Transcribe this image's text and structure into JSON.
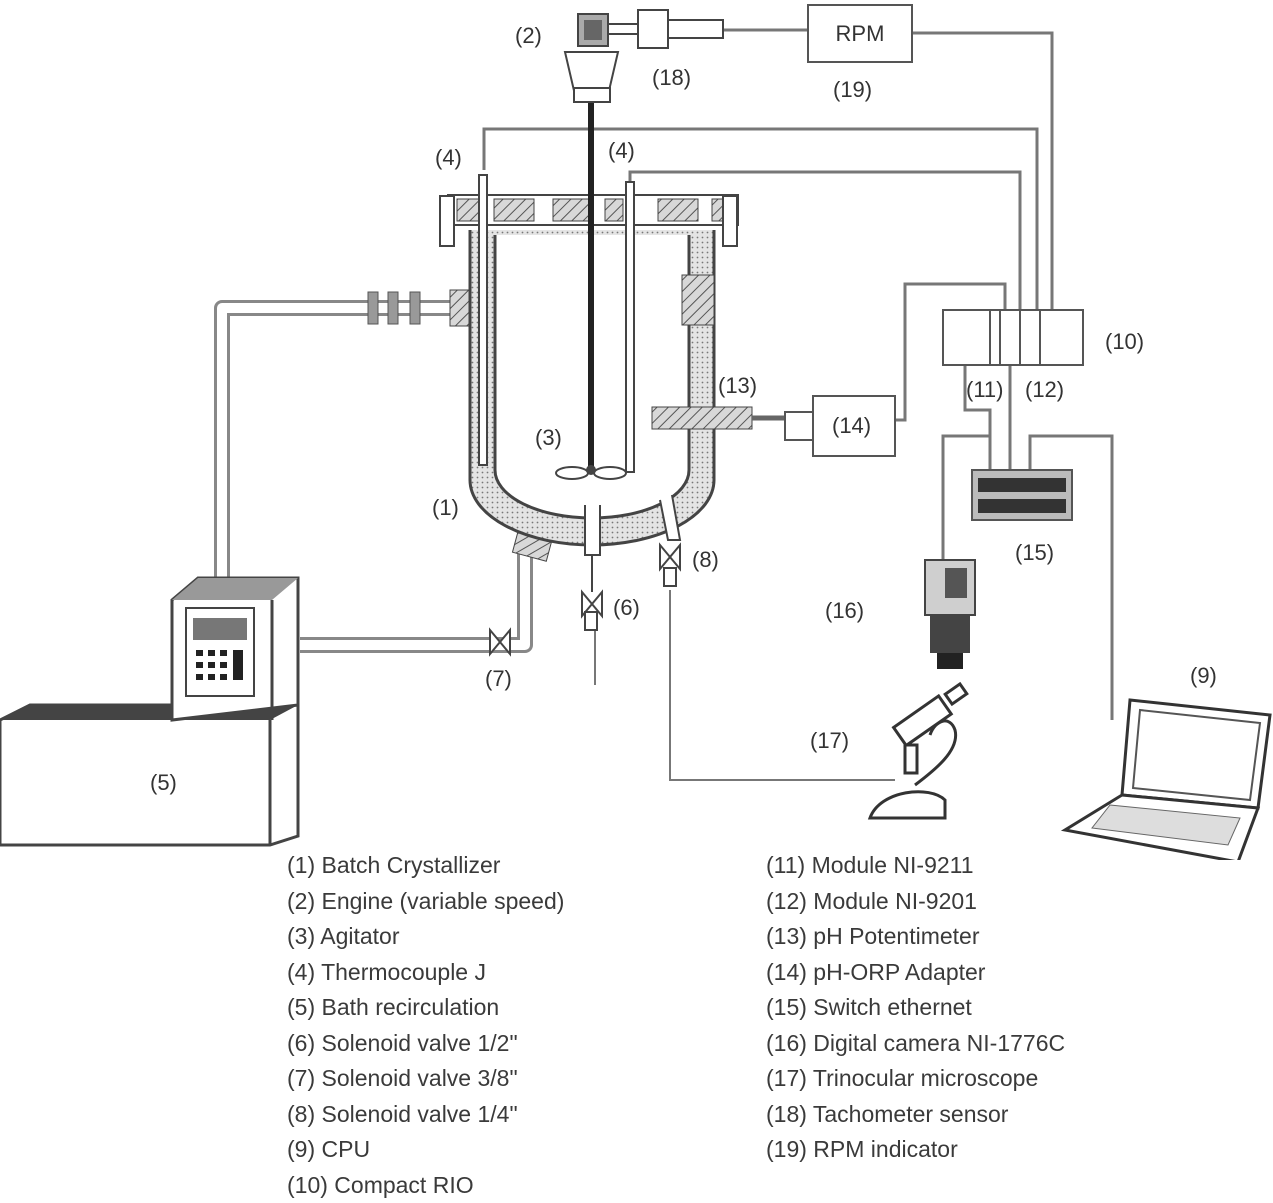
{
  "labels": {
    "n1": "(1)",
    "n2": "(2)",
    "n3": "(3)",
    "n4a": "(4)",
    "n4b": "(4)",
    "n5": "(5)",
    "n6": "(6)",
    "n7": "(7)",
    "n8": "(8)",
    "n9": "(9)",
    "n10": "(10)",
    "n11": "(11)",
    "n12": "(12)",
    "n13": "(13)",
    "n14": "(14)",
    "n15": "(15)",
    "n16": "(16)",
    "n17": "(17)",
    "n18": "(18)",
    "n19": "(19)",
    "rpm_box": "RPM"
  },
  "legend_left": [
    "(1)  Batch Crystallizer",
    "(2)  Engine (variable speed)",
    "(3)  Agitator",
    "(4)  Thermocouple J",
    "(5)  Bath recirculation",
    "(6)  Solenoid valve 1/2\"",
    "(7)  Solenoid valve 3/8\"",
    "(8)  Solenoid valve 1/4\"",
    "(9)  CPU",
    "(10) Compact RIO"
  ],
  "legend_right": [
    "(11) Module NI-9211",
    "(12) Module NI-9201",
    "(13) pH Potentimeter",
    "(14) pH-ORP Adapter",
    "(15) Switch ethernet",
    "(16) Digital camera NI-1776C",
    "(17) Trinocular microscope",
    "(18) Tachometer sensor",
    "(19) RPM indicator"
  ]
}
